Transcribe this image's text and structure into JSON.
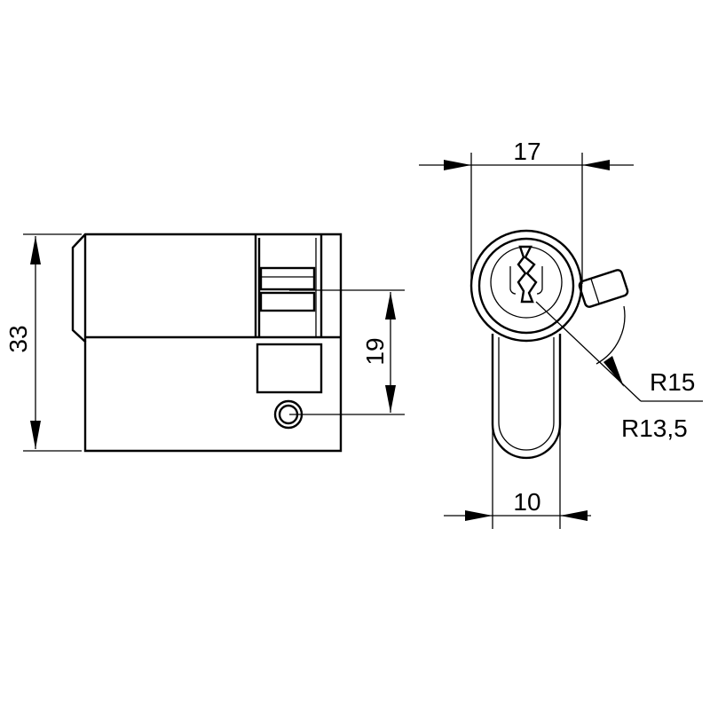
{
  "dimensions": {
    "height_total": "33",
    "height_lower": "19",
    "width_top": "17",
    "width_bottom": "10",
    "radius_outer": "R15",
    "radius_inner": "R13,5"
  },
  "colors": {
    "line": "#000000",
    "background": "#ffffff"
  }
}
